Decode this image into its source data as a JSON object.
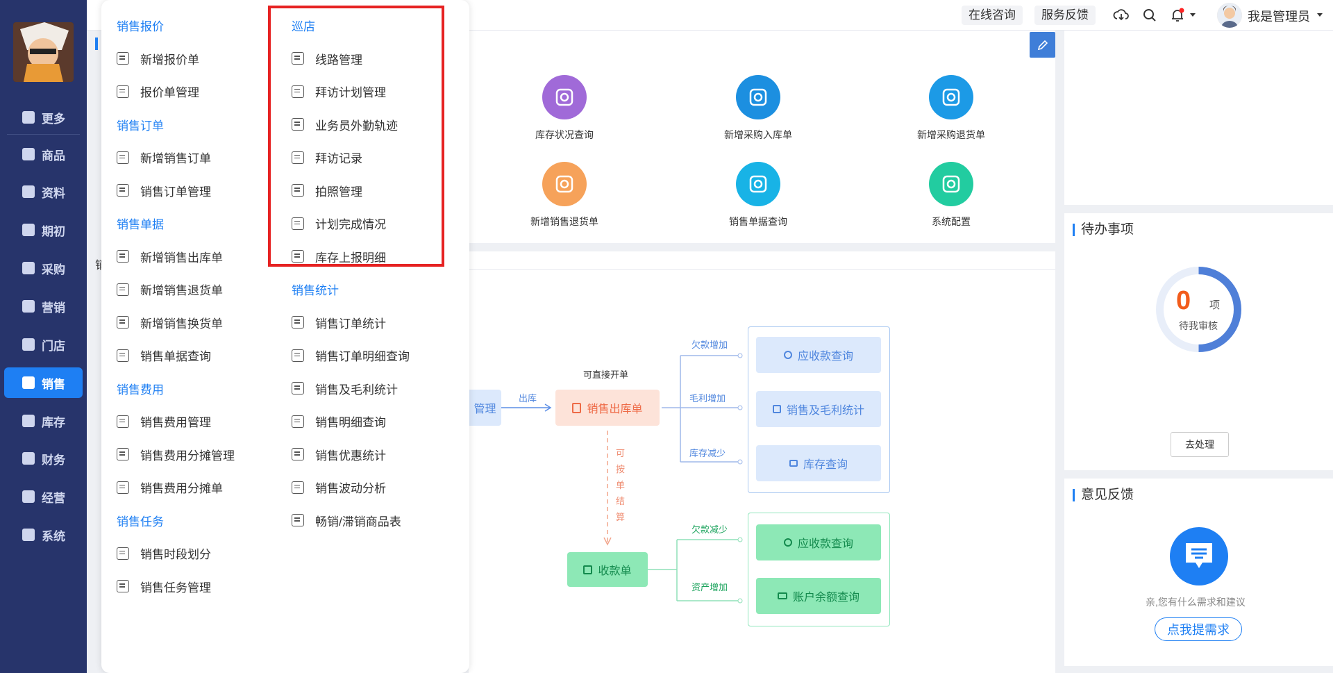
{
  "sidebar": {
    "items": [
      {
        "label": "更多",
        "icon": "plus-square-icon"
      },
      {
        "label": "商品",
        "icon": "bag-icon"
      },
      {
        "label": "资料",
        "icon": "document-icon"
      },
      {
        "label": "期初",
        "icon": "target-icon"
      },
      {
        "label": "采购",
        "icon": "book-icon"
      },
      {
        "label": "营销",
        "icon": "marketing-icon"
      },
      {
        "label": "门店",
        "icon": "pie-chart-icon"
      },
      {
        "label": "销售",
        "icon": "bar-chart-icon"
      },
      {
        "label": "库存",
        "icon": "warehouse-icon"
      },
      {
        "label": "财务",
        "icon": "wallet-icon"
      },
      {
        "label": "经营",
        "icon": "trend-icon"
      },
      {
        "label": "系统",
        "icon": "hexagon-gear-icon"
      }
    ],
    "active": "销售"
  },
  "topbar": {
    "consult": "在线咨询",
    "feedback": "服务反馈",
    "user_name": "我是管理员"
  },
  "quick": {
    "items": [
      {
        "label": "库存状况查询",
        "color": "#a06ad8"
      },
      {
        "label": "新增采购入库单",
        "color": "#1c8fe0"
      },
      {
        "label": "新增采购退货单",
        "color": "#1c9ae6"
      },
      {
        "label": "新增销售退货单",
        "color": "#f6a25a"
      },
      {
        "label": "销售单据查询",
        "color": "#18b3e6"
      },
      {
        "label": "系统配置",
        "color": "#22cca0"
      }
    ]
  },
  "flow": {
    "tab_fragment": "销",
    "left_box": "管理",
    "out_label": "出库",
    "direct_label": "可直接开单",
    "sales_out": "销售出库单",
    "settle_label": [
      "可",
      "按",
      "单",
      "结",
      "算"
    ],
    "receipt": "收款单",
    "top_labels": [
      "欠款增加",
      "毛利增加",
      "库存减少"
    ],
    "top_boxes": [
      "应收款查询",
      "销售及毛利统计",
      "库存查询"
    ],
    "bottom_labels": [
      "欠款减少",
      "资产增加"
    ],
    "bottom_boxes": [
      "应收款查询",
      "账户余额查询"
    ]
  },
  "todo": {
    "title": "待办事项",
    "count": "0",
    "unit": "项",
    "sub": "待我审核",
    "button": "去处理"
  },
  "feedback": {
    "title": "意见反馈",
    "text": "亲,您有什么需求和建议",
    "button": "点我提需求"
  },
  "dropdown": {
    "col1": [
      {
        "head": "销售报价",
        "items": [
          "新增报价单",
          "报价单管理"
        ]
      },
      {
        "head": "销售订单",
        "items": [
          "新增销售订单",
          "销售订单管理"
        ]
      },
      {
        "head": "销售单据",
        "items": [
          "新增销售出库单",
          "新增销售退货单",
          "新增销售换货单",
          "销售单据查询"
        ]
      },
      {
        "head": "销售费用",
        "items": [
          "销售费用管理",
          "销售费用分摊管理",
          "销售费用分摊单"
        ]
      },
      {
        "head": "销售任务",
        "items": [
          "销售时段划分",
          "销售任务管理"
        ]
      }
    ],
    "col2": [
      {
        "head": "巡店",
        "items": [
          "线路管理",
          "拜访计划管理",
          "业务员外勤轨迹",
          "拜访记录",
          "拍照管理",
          "计划完成情况",
          "库存上报明细"
        ]
      },
      {
        "head": "销售统计",
        "items": [
          "销售订单统计",
          "销售订单明细查询",
          "销售及毛利统计",
          "销售明细查询",
          "销售优惠统计",
          "销售波动分析",
          "畅销/滞销商品表"
        ]
      }
    ]
  },
  "colors": {
    "sidebar_bg": "#27346b",
    "accent": "#1e7ff3",
    "highlight": "#e62222"
  }
}
